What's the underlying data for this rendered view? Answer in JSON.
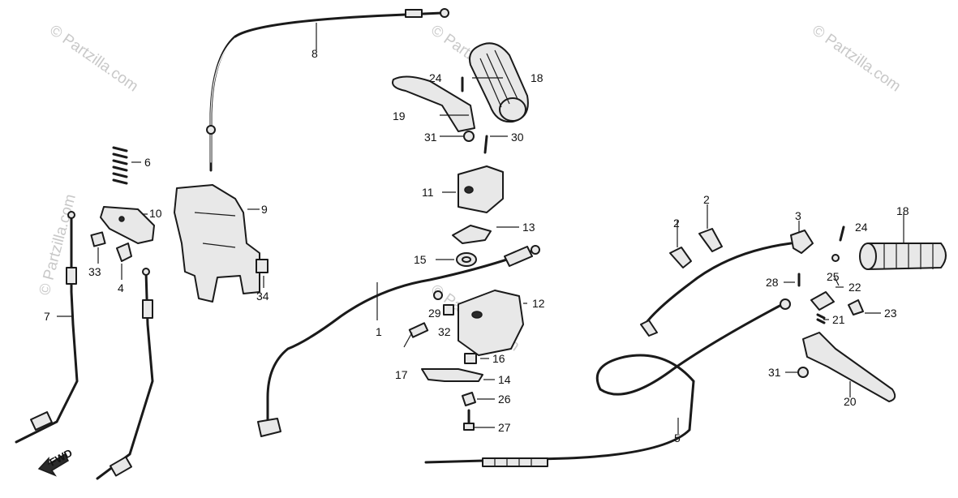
{
  "watermark": {
    "text": "© Partzilla.com"
  },
  "fwd_label": "FWD",
  "callouts": {
    "c1": "1",
    "c2a": "2",
    "c2b": "2",
    "c3": "3",
    "c4": "4",
    "c5": "5",
    "c6": "6",
    "c7": "7",
    "c8": "8",
    "c9": "9",
    "c10": "10",
    "c11": "11",
    "c12": "12",
    "c13": "13",
    "c14": "14",
    "c15": "15",
    "c16": "16",
    "c17": "17",
    "c18a": "18",
    "c18b": "18",
    "c19": "19",
    "c20": "20",
    "c21": "21",
    "c22": "22",
    "c23": "23",
    "c24a": "24",
    "c24b": "24",
    "c25": "25",
    "c26": "26",
    "c27": "27",
    "c28": "28",
    "c29": "29",
    "c30": "30",
    "c31a": "31",
    "c31b": "31",
    "c32": "32",
    "c33": "33",
    "c34": "34"
  }
}
